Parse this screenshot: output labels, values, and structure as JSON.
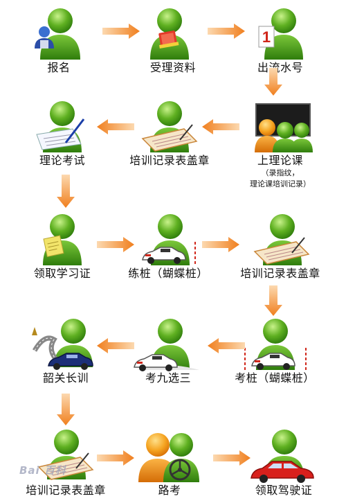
{
  "nodes": {
    "baoming": "报名",
    "shouli": "受理资料",
    "liushui": "出流水号",
    "lilunkaoshi": "理论考试",
    "peixun1": "培训记录表盖章",
    "shanglilun": "上理论课",
    "shanglilun_note1": "（录指纹，",
    "shanglilun_note2": "理论课培训记录）",
    "xuexizheng": "领取学习证",
    "lianzhuang": "练桩（蝴蝶桩）",
    "peixun2": "培训记录表盖章",
    "shaoguan": "韶关长训",
    "jiuxuansan": "考九选三",
    "kaozhuang": "考桩（蝴蝶桩）",
    "peixun3": "培训记录表盖章",
    "lukao": "路考",
    "jiashizheng": "领取驾驶证"
  },
  "badge_number": "1",
  "watermark": "Bai   百科",
  "colors": {
    "arrow": "#f07f1e",
    "person_green": "#3e9a12",
    "person_orange": "#f0901c"
  }
}
